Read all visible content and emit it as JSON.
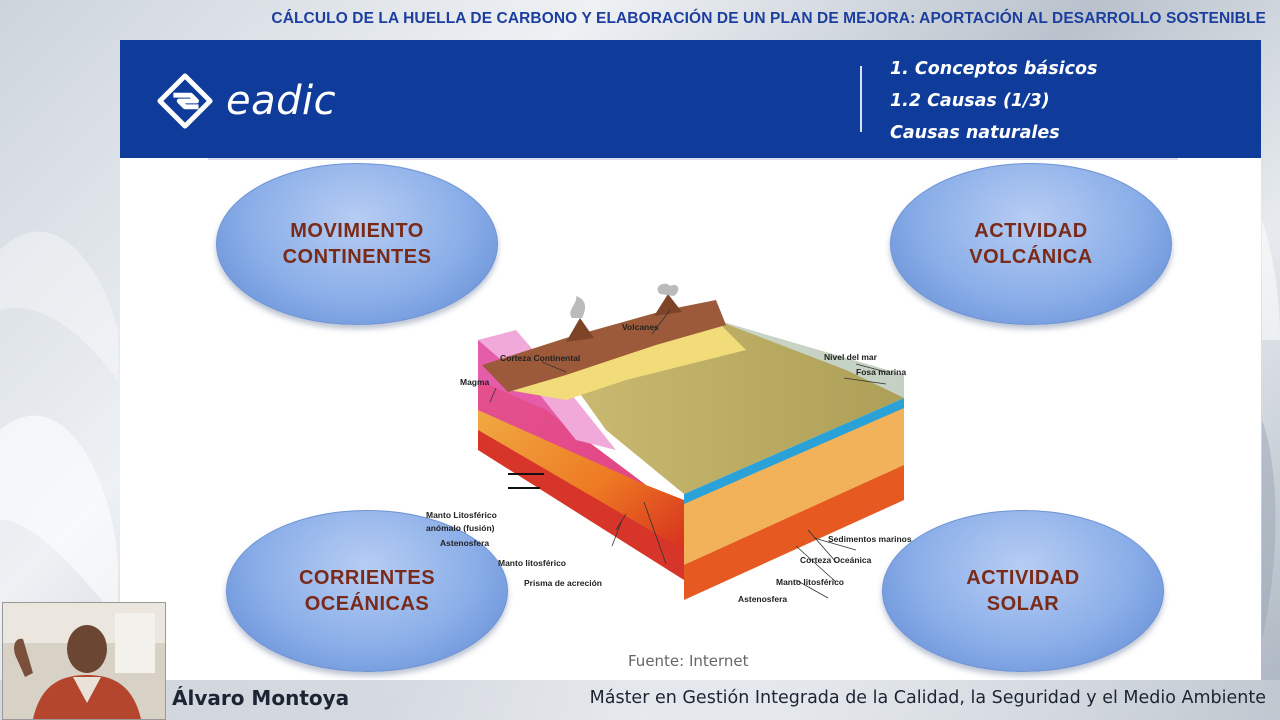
{
  "course_title": "CÁLCULO DE LA HUELLA DE CARBONO Y ELABORACIÓN DE UN PLAN DE MEJORA: APORTACIÓN AL DESARROLLO SOSTENIBLE",
  "banner": {
    "logo_text": "eadic",
    "logo_icon": "eadic-logo-icon",
    "section_lines": [
      "1. Conceptos básicos",
      "1.2 Causas (1/3)",
      "Causas naturales"
    ]
  },
  "bubbles": {
    "top_left": "MOVIMIENTO\nCONTINENTES",
    "top_right": "ACTIVIDAD\nVOLCÁNICA",
    "bottom_left": "CORRIENTES\nOCEÁNICAS",
    "bottom_right": "ACTIVIDAD\nSOLAR"
  },
  "diagram_labels": {
    "volcanes": "Volcanes",
    "corteza_continental": "Corteza Continental",
    "magma": "Magma",
    "nivel_del_mar": "Nivel del mar",
    "fosa_marina": "Fosa marina",
    "manto_anomalo_1": "Manto Litosférico",
    "manto_anomalo_2": "anómalo (fusión)",
    "astenosfera_left": "Astenosfera",
    "manto_litosferico_left": "Manto litosférico",
    "prisma": "Prisma de acreción",
    "sedimentos": "Sedimentos marinos",
    "corteza_oceanica": "Corteza Oceánica",
    "manto_litosferico_right": "Manto litosférico",
    "astenosfera_right": "Astenosfera"
  },
  "source": "Fuente: Internet",
  "presenter_name": "Álvaro Montoya",
  "program_name": "Máster en Gestión Integrada de la Calidad, la Seguridad y el Medio Ambiente",
  "colors": {
    "banner_blue": "#0f3b9a",
    "title_blue": "#1c3e9e",
    "bubble_text": "#7a2a18",
    "bubble_fill": "#8aaee8"
  }
}
